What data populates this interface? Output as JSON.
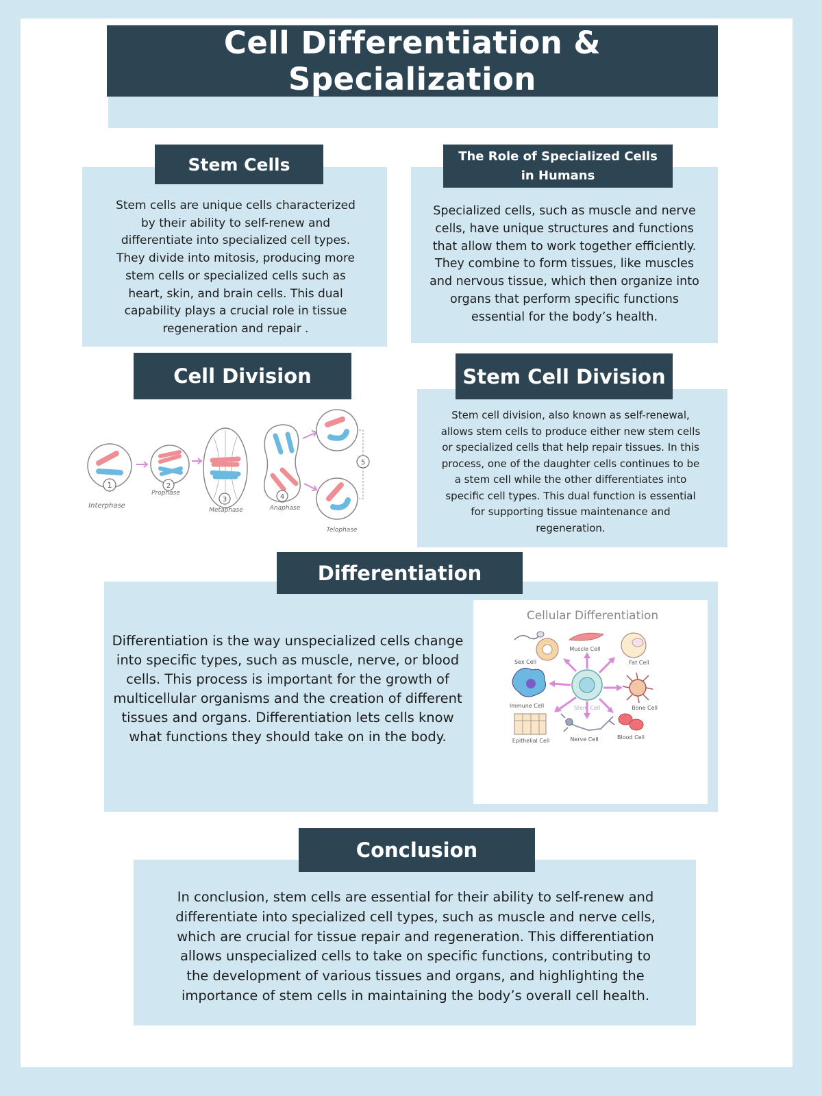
{
  "title": "Cell Differentiation & Specialization",
  "stem_cells": {
    "heading": "Stem Cells",
    "text": "Stem cells are unique cells characterized by their ability to self-renew and differentiate into specialized cell types. They divide into mitosis, producing more stem cells or specialized cells such as heart, skin, and brain cells. This dual capability plays a crucial role in tissue regeneration and repair ."
  },
  "role": {
    "heading_line1": "The Role of Specialized Cells",
    "heading_line2": "in Humans",
    "text": "Specialized cells, such as muscle and nerve cells, have unique structures and functions that allow them to work together efficiently. They combine to form tissues, like muscles and nervous tissue, which then organize into organs that perform specific functions essential for the body’s health."
  },
  "cell_division": {
    "heading": "Cell Division",
    "phases": [
      "Interphase",
      "Prophase",
      "Metaphase",
      "Anaphase",
      "Telophase"
    ],
    "numbers": [
      "1",
      "2",
      "3",
      "4",
      "5"
    ]
  },
  "stem_cell_division": {
    "heading": "Stem Cell Division",
    "text": "Stem cell division, also known as self-renewal, allows stem cells to produce either new stem cells or specialized cells that help repair tissues. In this process, one of the daughter cells continues to be a stem cell while the other differentiates into specific cell types. This dual function is essential for supporting tissue maintenance and regeneration."
  },
  "differentiation": {
    "heading": "Differentiation",
    "text": "Differentiation is the way unspecialized cells change into specific types, such as muscle, nerve, or blood cells. This process is important for the growth of multicellular organisms and the creation of different tissues and organs. Differentiation lets cells know what functions they should take on in the body.",
    "figure_title": "Cellular Differentiation",
    "labels": {
      "sex": "Sex Cell",
      "muscle": "Muscle Cell",
      "fat": "Fat Cell",
      "immune": "Immune Cell",
      "stem": "Stem Cell",
      "bone": "Bone Cell",
      "epithelial": "Epithelial Cell",
      "nerve": "Nerve Cell",
      "blood": "Blood Cell"
    }
  },
  "conclusion": {
    "heading": "Conclusion",
    "text": "In conclusion, stem cells are essential for their ability to self-renew and differentiate into specialized cell types, such as muscle and nerve cells, which are crucial for tissue repair and regeneration. This differentiation allows unspecialized cells to take on specific functions, contributing to the development of various tissues and organs, and highlighting the importance of stem cells in maintaining the body’s overall cell health."
  },
  "colors": {
    "header": "#2d4553",
    "panel": "#d0e6f1",
    "red_chromosome": "#ee8f96",
    "blue_chromosome": "#6bb8e0",
    "arrow": "#d98ad8"
  }
}
